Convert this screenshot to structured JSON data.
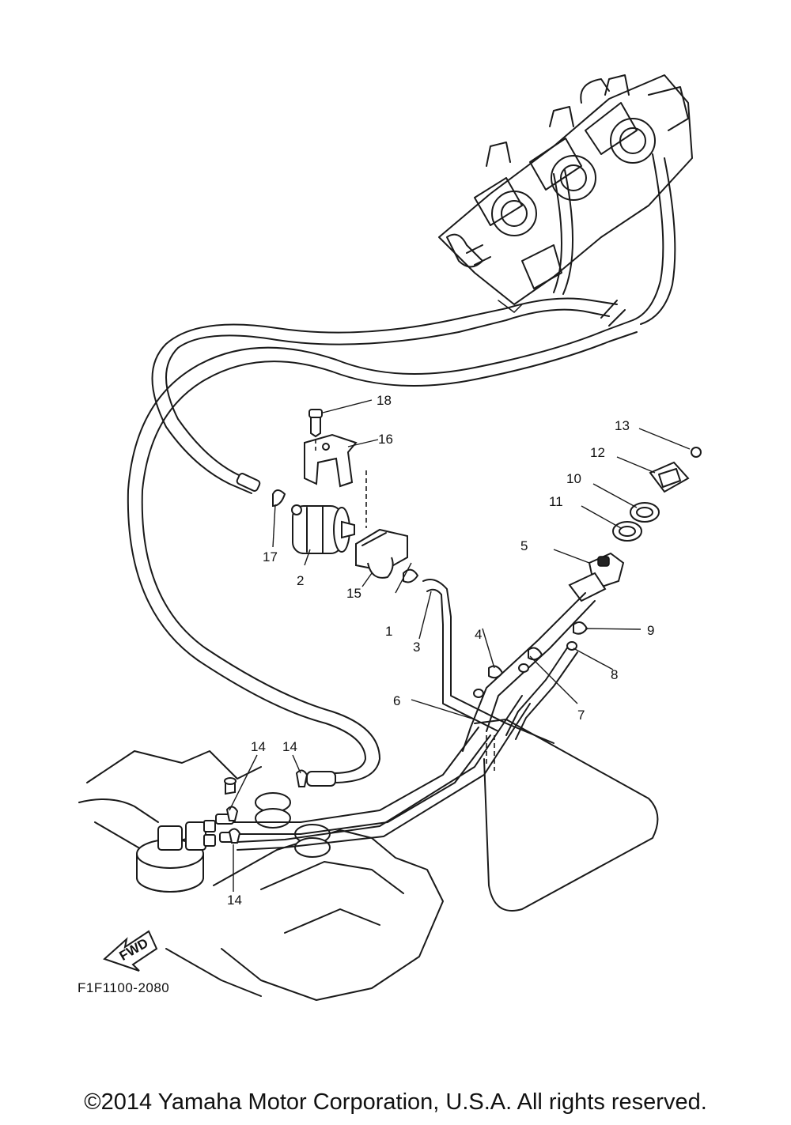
{
  "drawing_code": "F1F1100-2080",
  "copyright": "©2014 Yamaha Motor Corporation, U.S.A. All rights reserved.",
  "fwd_label": "FWD",
  "callouts": [
    "1",
    "2",
    "3",
    "4",
    "5",
    "6",
    "7",
    "8",
    "9",
    "10",
    "11",
    "12",
    "13",
    "14",
    "14",
    "14",
    "15",
    "16",
    "17",
    "18"
  ]
}
